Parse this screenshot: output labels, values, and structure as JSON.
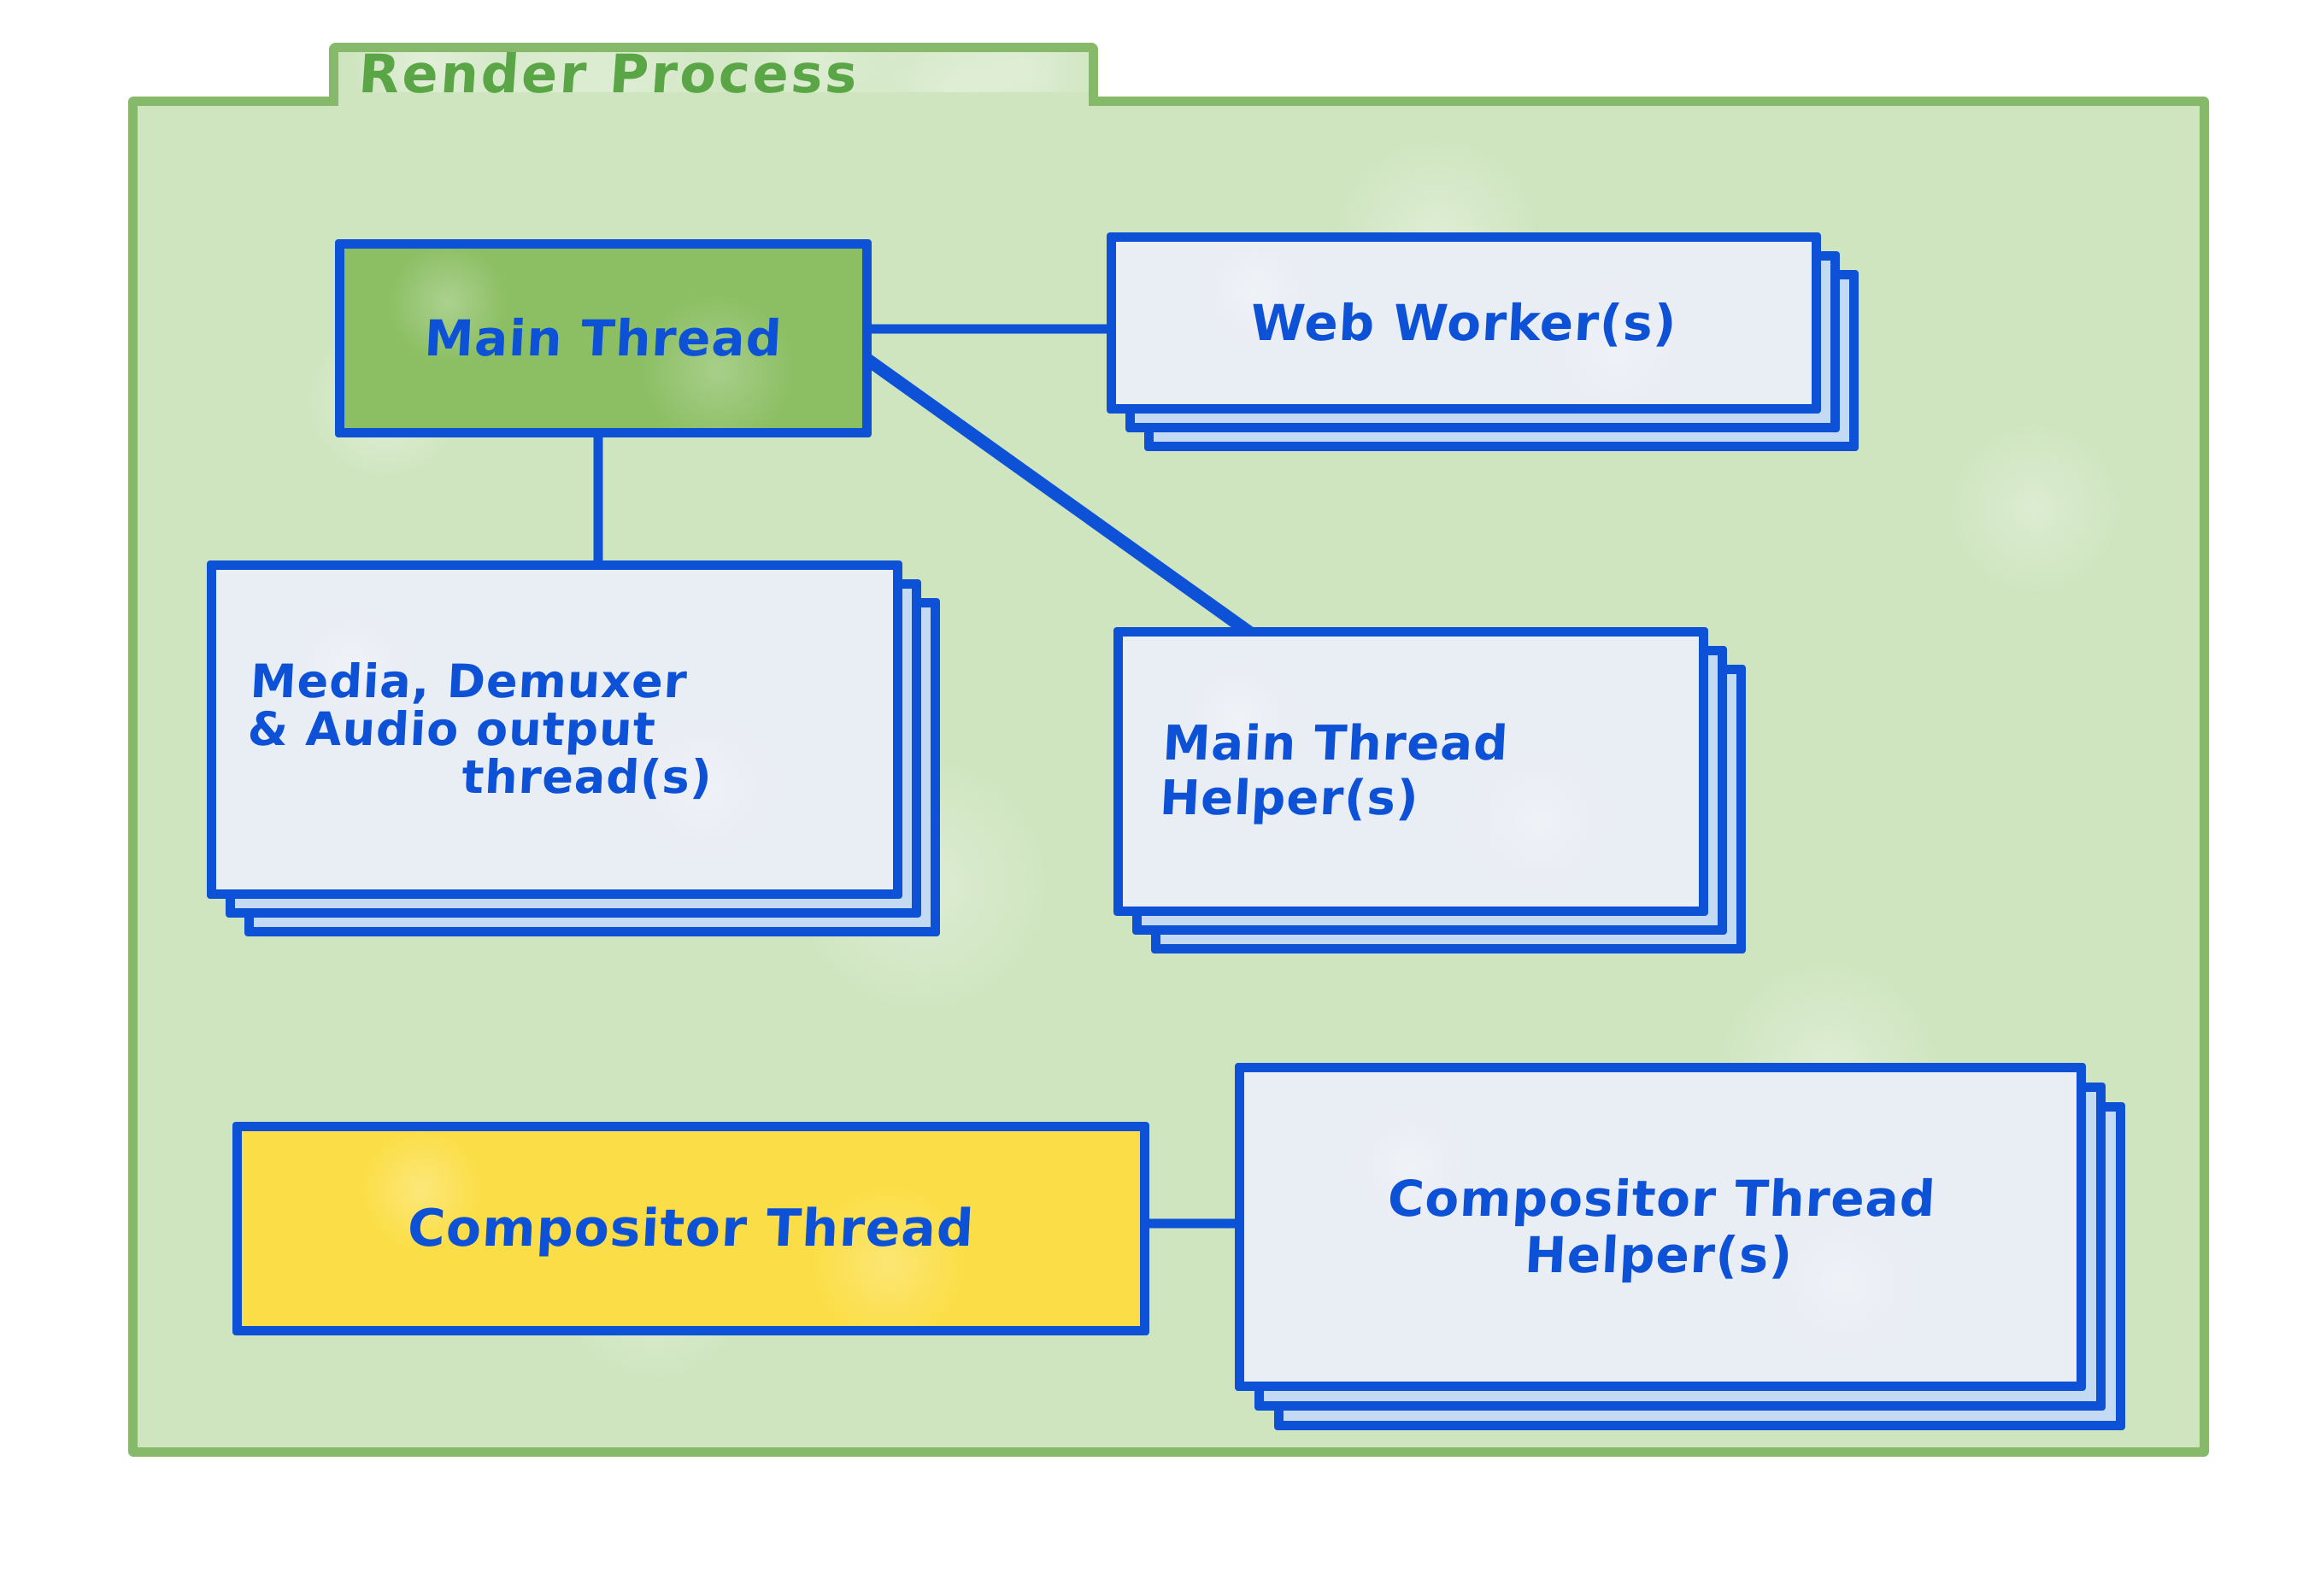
{
  "diagram": {
    "title": "Render Process",
    "colors": {
      "container_fill": "#cfe5c0",
      "container_border": "#86ba6a",
      "title_text": "#5aa545",
      "node_border": "#0d52d6",
      "node_text": "#0d52d6",
      "card_front_fill": "#e9edf4",
      "card_back_fill": "#c3daf2",
      "main_thread_fill": "#8cbf64",
      "compositor_thread_fill": "#fbde47"
    },
    "nodes": [
      {
        "id": "main-thread",
        "label": "Main Thread",
        "lines": [
          "Main Thread"
        ],
        "fill": "#8cbf64",
        "stacked": false,
        "stack_count": 1
      },
      {
        "id": "web-worker",
        "label": "Web Worker(s)",
        "lines": [
          "Web Worker(s)"
        ],
        "fill": "#e9edf4",
        "stacked": true,
        "stack_count": 3
      },
      {
        "id": "media-demuxer-audio",
        "label": "Media, Demuxer & Audio output thread(s)",
        "lines": [
          "Media, Demuxer",
          "& Audio output",
          "thread(s)"
        ],
        "fill": "#e9edf4",
        "stacked": true,
        "stack_count": 3
      },
      {
        "id": "main-thread-helper",
        "label": "Main Thread Helper(s)",
        "lines": [
          "Main Thread",
          "Helper(s)"
        ],
        "fill": "#e9edf4",
        "stacked": true,
        "stack_count": 3
      },
      {
        "id": "compositor-thread",
        "label": "Compositor Thread",
        "lines": [
          "Compositor Thread"
        ],
        "fill": "#fbde47",
        "stacked": false,
        "stack_count": 1
      },
      {
        "id": "compositor-thread-helper",
        "label": "Compositor Thread Helper(s)",
        "lines": [
          "Compositor Thread",
          "Helper(s)"
        ],
        "fill": "#e9edf4",
        "stacked": true,
        "stack_count": 3
      }
    ],
    "connections": [
      {
        "from": "main-thread",
        "to": "web-worker",
        "style": "horizontal"
      },
      {
        "from": "main-thread",
        "to": "main-thread-helper",
        "style": "diagonal"
      },
      {
        "from": "main-thread",
        "to": "media-demuxer-audio",
        "style": "vertical"
      },
      {
        "from": "compositor-thread",
        "to": "compositor-thread-helper",
        "style": "horizontal"
      }
    ]
  }
}
